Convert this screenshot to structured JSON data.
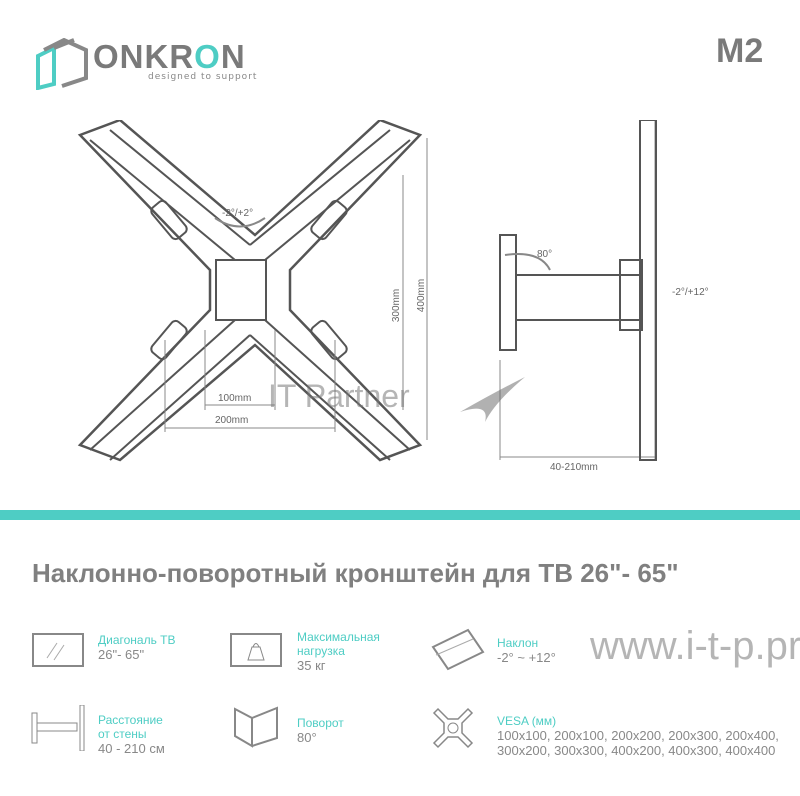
{
  "header": {
    "brand_prefix": "ONKR",
    "brand_o": "O",
    "brand_suffix": "N",
    "tagline": "designed to support",
    "model": "M2"
  },
  "diagram": {
    "swivel_plate": "-2°/+2°",
    "height_300": "300mm",
    "height_400": "400mm",
    "width_100": "100mm",
    "width_200": "200mm",
    "swivel_angle": "80°",
    "tilt": "-2°/+12°",
    "distance": "40-210mm"
  },
  "watermark": {
    "text1": "IT Partner",
    "text2": "www.i-t-p.pro"
  },
  "title": "Наклонно-поворотный кронштейн для ТВ 26\"- 65\"",
  "features": [
    {
      "label": "Диагональ ТВ",
      "value": "26\"- 65\"",
      "icon": "tv-screen-icon"
    },
    {
      "label": "Максимальная нагрузка",
      "value": "35 кг",
      "icon": "weight-icon"
    },
    {
      "label": "Наклон",
      "value": "-2° ~ +12°",
      "icon": "tilt-icon"
    },
    {
      "label": "Расстояние от стены",
      "value": "40 - 210 см",
      "icon": "wall-distance-icon"
    },
    {
      "label": "Поворот",
      "value": "80°",
      "icon": "swivel-icon"
    },
    {
      "label": "VESA (мм)",
      "value": "100x100, 200x100, 200x200, 200x300, 200x400, 300x200, 300x300, 400x200, 400x300, 400x400",
      "icon": "vesa-icon"
    }
  ],
  "colors": {
    "accent": "#4ecdc4",
    "text": "#7a7a7a"
  }
}
